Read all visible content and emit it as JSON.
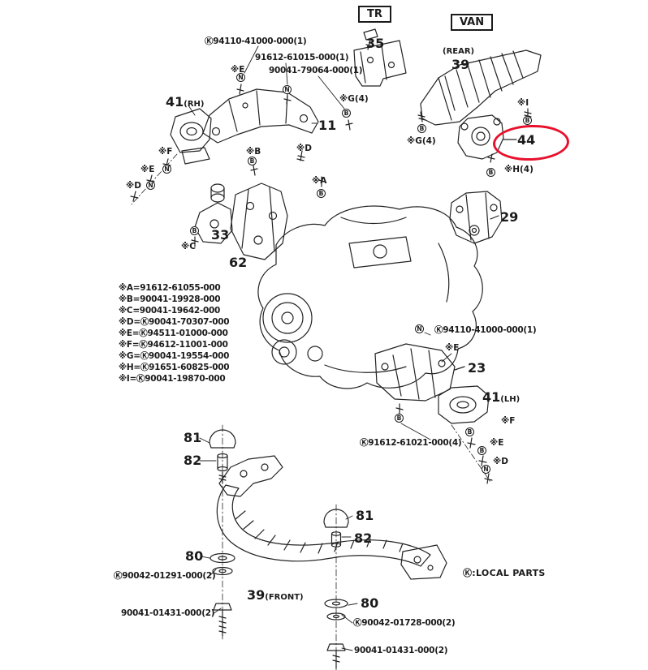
{
  "header": {
    "tr_label": "TR",
    "van_label": "VAN",
    "local_parts_note": "Ⓚ:LOCAL PARTS"
  },
  "legend": [
    "※A=91612-61055-000",
    "※B=90041-19928-000",
    "※C=90041-19642-000",
    "※D=Ⓚ90041-70307-000",
    "※E=Ⓚ94511-01000-000",
    "※F=Ⓚ94612-11001-000",
    "※G=Ⓚ90041-19554-000",
    "※H=Ⓚ91651-60825-000",
    "※I=Ⓚ90041-19870-000"
  ],
  "part_numbers": {
    "pn_94110_top": "Ⓚ94110-41000-000(1)",
    "pn_91612_61015": "91612-61015-000(1)",
    "pn_90041_79064": "90041-79064-000(1)",
    "pn_94110_right": "Ⓚ94110-41000-000(1)",
    "pn_91612_61021": "Ⓚ91612-61021-000(4)",
    "pn_90042_01291": "Ⓚ90042-01291-000(2)",
    "pn_90041_01431_left": "90041-01431-000(2)",
    "pn_90042_01728": "Ⓚ90042-01728-000(2)",
    "pn_90041_01431_bottom": "90041-01431-000(2)"
  },
  "callouts": {
    "c35": "35",
    "c39_rear_num": "39",
    "c39_rear_tag": "(REAR)",
    "c41rh_num": "41",
    "c41rh_tag": "(RH)",
    "c11": "11",
    "c44": "44",
    "c29": "29",
    "c33": "33",
    "c62": "62",
    "c23": "23",
    "c41lh_num": "41",
    "c41lh_tag": "(LH)",
    "c81_left": "81",
    "c82_left": "82",
    "c80_left": "80",
    "c81_mid": "81",
    "c82_mid": "82",
    "c80_mid": "80",
    "c39_front_num": "39",
    "c39_front_tag": "(FRONT)"
  },
  "refs": {
    "e_top": "※E",
    "g4_top": "※G(4)",
    "i_right": "※I",
    "g4_mid": "※G(4)",
    "h4_right": "※H(4)",
    "f_left": "※F",
    "b_mid": "※B",
    "d_top": "※D",
    "e_left": "※E",
    "d_left": "※D",
    "a_mid": "※A",
    "c_mid": "※C",
    "e_right_upper": "※E",
    "f_right": "※F",
    "e_right_lower": "※E",
    "d_right": "※D"
  },
  "markers": [
    {
      "letter": "N"
    },
    {
      "letter": "N"
    },
    {
      "letter": "B"
    },
    {
      "letter": "B"
    },
    {
      "letter": "B"
    },
    {
      "letter": "B"
    },
    {
      "letter": "N"
    },
    {
      "letter": "N"
    },
    {
      "letter": "B"
    },
    {
      "letter": "B"
    },
    {
      "letter": "B"
    },
    {
      "letter": "N"
    },
    {
      "letter": "B"
    },
    {
      "letter": "B"
    },
    {
      "letter": "N"
    },
    {
      "letter": "B"
    }
  ],
  "highlight": {
    "color": "#e8112d"
  }
}
